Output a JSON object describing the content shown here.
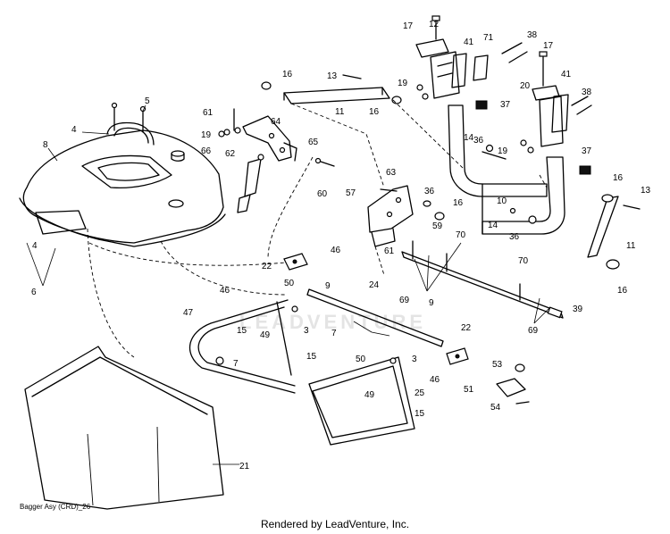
{
  "watermark": "LEADVENTURE",
  "drawing_code": "Bagger Asy (CRD)_26",
  "footer": "Rendered by LeadVenture, Inc.",
  "callouts": {
    "c12": "12",
    "c17a": "17",
    "c71": "71",
    "c38a": "38",
    "c17b": "17",
    "c41a": "41",
    "c16a": "16",
    "c13a": "13",
    "c19a": "19",
    "c16b": "16",
    "c11a": "11",
    "c37a": "37",
    "c20": "20",
    "c41b": "41",
    "c38b": "38",
    "c5": "5",
    "c61a": "61",
    "c64": "64",
    "c4a": "4",
    "c19b": "19",
    "c65": "65",
    "c14a": "14",
    "c36a": "36",
    "c19c": "19",
    "c8": "8",
    "c66": "66",
    "c62": "62",
    "c37b": "37",
    "c60": "60",
    "c63": "63",
    "c16c": "16",
    "c13b": "13",
    "c57": "57",
    "c36b": "36",
    "c16d": "16",
    "c10": "10",
    "c14b": "14",
    "c36c": "36",
    "c59": "59",
    "c4b": "4",
    "c70a": "70",
    "c61b": "61",
    "c46a": "46",
    "c11b": "11",
    "c22a": "22",
    "c6": "6",
    "c9a": "9",
    "c70b": "70",
    "c16e": "16",
    "c50a": "50",
    "c46b": "46",
    "c24": "24",
    "c69a": "69",
    "c9b": "9",
    "c39": "39",
    "c47": "47",
    "c69b": "69",
    "c15a": "15",
    "c49a": "49",
    "c3a": "3",
    "c7a": "7",
    "c22b": "22",
    "c50b": "50",
    "c3b": "3",
    "c7b": "7",
    "c15b": "15",
    "c53": "53",
    "c46c": "46",
    "c51": "51",
    "c25": "25",
    "c49b": "49",
    "c54": "54",
    "c15c": "15",
    "c21": "21"
  }
}
